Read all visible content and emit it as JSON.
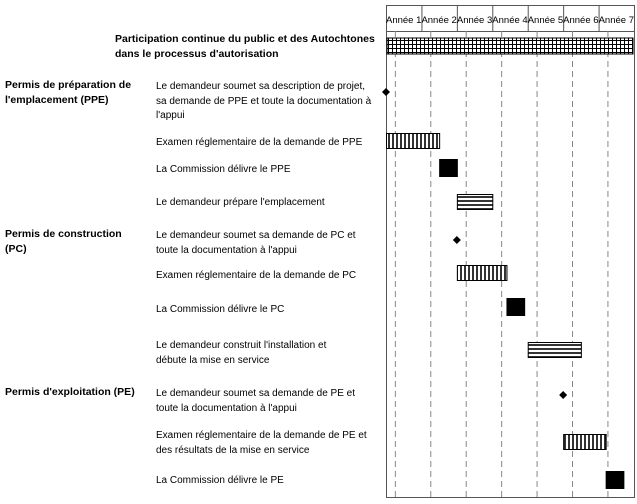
{
  "chart_data": {
    "type": "gantt",
    "years": [
      "Année 1",
      "Année 2",
      "Année 3",
      "Année 4",
      "Année 5",
      "Année 6",
      "Année 7"
    ],
    "participation": {
      "label": "Participation continue du public et des Autochtones dans le processus d'autorisation",
      "start": 0,
      "end": 7,
      "pattern": "grid"
    },
    "sections": [
      {
        "title": "Permis de préparation de l'emplacement (PPE)"
      },
      {
        "title": "Permis de construction (PC)"
      },
      {
        "title": "Permis d'exploitation (PE)"
      }
    ],
    "tasks": [
      {
        "label": "Le demandeur soumet sa description de projet, sa demande de PPE et toute la documentation à l'appui",
        "kind": "milestone",
        "at": 0.0
      },
      {
        "label": "Examen réglementaire de la demande de PPE",
        "kind": "bar",
        "pattern": "vertical",
        "start": 0.0,
        "end": 1.5
      },
      {
        "label": "La Commission délivre le PPE",
        "kind": "bar",
        "pattern": "solid",
        "start": 1.5,
        "end": 2.0
      },
      {
        "label": "Le demandeur prépare l'emplacement",
        "kind": "bar",
        "pattern": "horizontal",
        "start": 2.0,
        "end": 3.0
      },
      {
        "label": "Le demandeur soumet sa demande de PC et toute la documentation à l'appui",
        "kind": "milestone",
        "at": 2.0
      },
      {
        "label": "Examen réglementaire de la demande de PC",
        "kind": "bar",
        "pattern": "vertical",
        "start": 2.0,
        "end": 3.4
      },
      {
        "label": "La Commission délivre le PC",
        "kind": "bar",
        "pattern": "solid",
        "start": 3.4,
        "end": 3.9
      },
      {
        "label": "Le demandeur construit l'installation et débute la mise en service",
        "kind": "bar",
        "pattern": "horizontal",
        "start": 4.0,
        "end": 5.5
      },
      {
        "label": "Le demandeur soumet sa demande de PE et toute la documentation à l'appui",
        "kind": "milestone",
        "at": 5.0
      },
      {
        "label": "Examen réglementaire de la demande de PE et des résultats de la mise en service",
        "kind": "bar",
        "pattern": "vertical",
        "start": 5.0,
        "end": 6.2
      },
      {
        "label": "La Commission délivre le PE",
        "kind": "bar",
        "pattern": "solid",
        "start": 6.2,
        "end": 6.7
      }
    ]
  }
}
